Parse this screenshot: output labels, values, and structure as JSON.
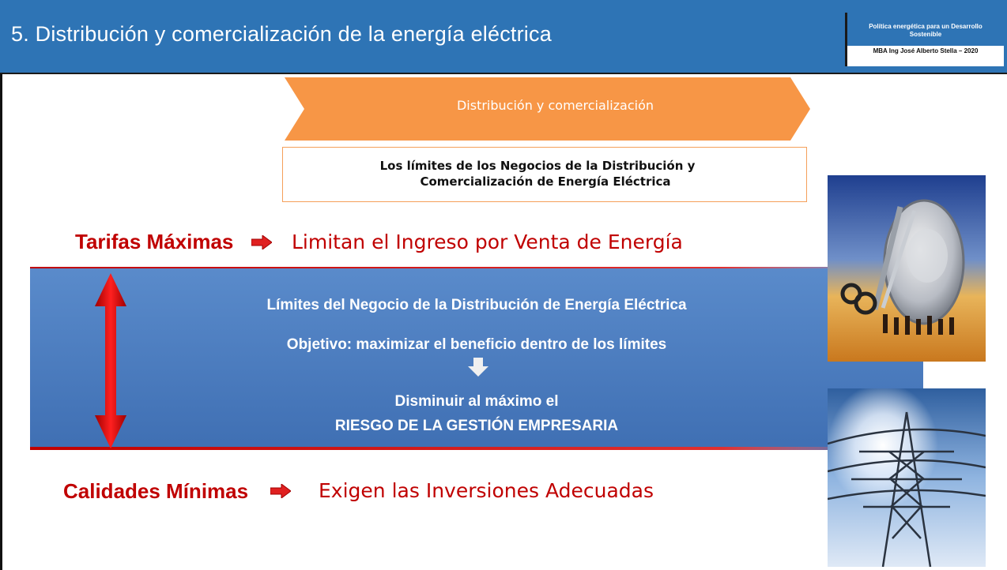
{
  "header": {
    "title": "5. Distribución y comercialización de la energía eléctrica",
    "badge_line1": "Política energética para un Desarrollo",
    "badge_line2": "Sostenible",
    "badge_author": "MBA Ing José Alberto Stella – 2020"
  },
  "chevron": {
    "label": "Distribución y comercialización"
  },
  "limits_box": {
    "line1": "Los límites de los Negocios de la Distribución y",
    "line2": "Comercialización de Energía Eléctrica"
  },
  "top_row": {
    "label": "Tarifas Máximas",
    "text": "Limitan el Ingreso por Venta de Energía"
  },
  "panel": {
    "heading": "Límites del Negocio de la Distribución de Energía Eléctrica",
    "objective": "Objetivo: maximizar el beneficio dentro de los límites",
    "result_line1": "Disminuir al máximo el",
    "result_line2": "RIESGO DE LA GESTIÓN EMPRESARIA"
  },
  "bottom_row": {
    "label": "Calidades Mínimas",
    "text": "Exigen las Inversiones Adecuadas"
  },
  "colors": {
    "header_blue": "#2e74b5",
    "panel_blue": "#4e7fc0",
    "accent_red": "#c00000",
    "chevron_orange": "#f79646"
  },
  "icons": {
    "row_arrow": "right-arrow-icon",
    "down_arrow": "down-arrow-icon",
    "double_arrow": "vertical-double-arrow-icon"
  }
}
